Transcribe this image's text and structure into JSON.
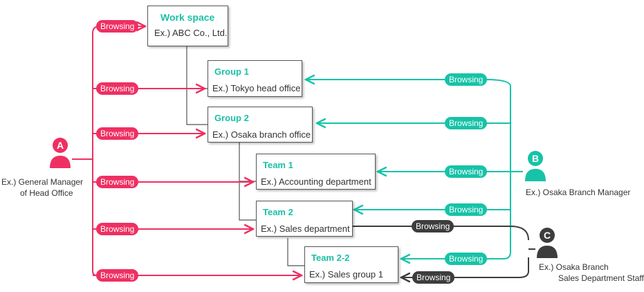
{
  "boxes": {
    "workspace": {
      "title": "Work space",
      "example": "Ex.) ABC Co., Ltd."
    },
    "group1": {
      "title": "Group 1",
      "example": "Ex.) Tokyo head office"
    },
    "group2": {
      "title": "Group 2",
      "example": "Ex.) Osaka branch office"
    },
    "team1": {
      "title": "Team 1",
      "example": "Ex.) Accounting department"
    },
    "team2": {
      "title": "Team 2",
      "example": "Ex.) Sales department"
    },
    "team22": {
      "title": "Team 2-2",
      "example": "Ex.) Sales group 1"
    }
  },
  "people": {
    "a": {
      "letter": "A",
      "label_line1": "Ex.) General Manager",
      "label_line2": "of Head Office",
      "color": "#ef2f62"
    },
    "b": {
      "letter": "B",
      "label_line1": "Ex.) Osaka Branch Manager",
      "color": "#16c3a7"
    },
    "c": {
      "letter": "C",
      "label_line1": "Ex.) Osaka Branch",
      "label_line2": "Sales Department Staff",
      "color": "#3d3d3d"
    }
  },
  "edge_label": "Browsing",
  "colors": {
    "pink": "#ef2f62",
    "teal": "#16c3a7",
    "dark": "#3d3d3d",
    "box_title": "#1bbfa6"
  }
}
